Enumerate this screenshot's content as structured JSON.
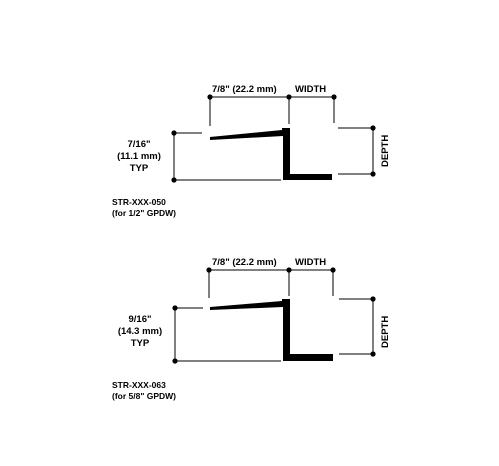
{
  "details": [
    {
      "top_dimension": "7/8\" (22.2 mm)",
      "width_label": "WIDTH",
      "depth_label": "DEPTH",
      "thickness_lines": [
        "7/16\"",
        "(11.1 mm)",
        "TYP"
      ],
      "model": "STR-XXX-050",
      "model_note": "(for 1/2\" GPDW)"
    },
    {
      "top_dimension": "7/8\" (22.2 mm)",
      "width_label": "WIDTH",
      "depth_label": "DEPTH",
      "thickness_lines": [
        "9/16\"",
        "(14.3 mm)",
        "TYP"
      ],
      "model": "STR-XXX-063",
      "model_note": "(for 5/8\" GPDW)"
    }
  ]
}
